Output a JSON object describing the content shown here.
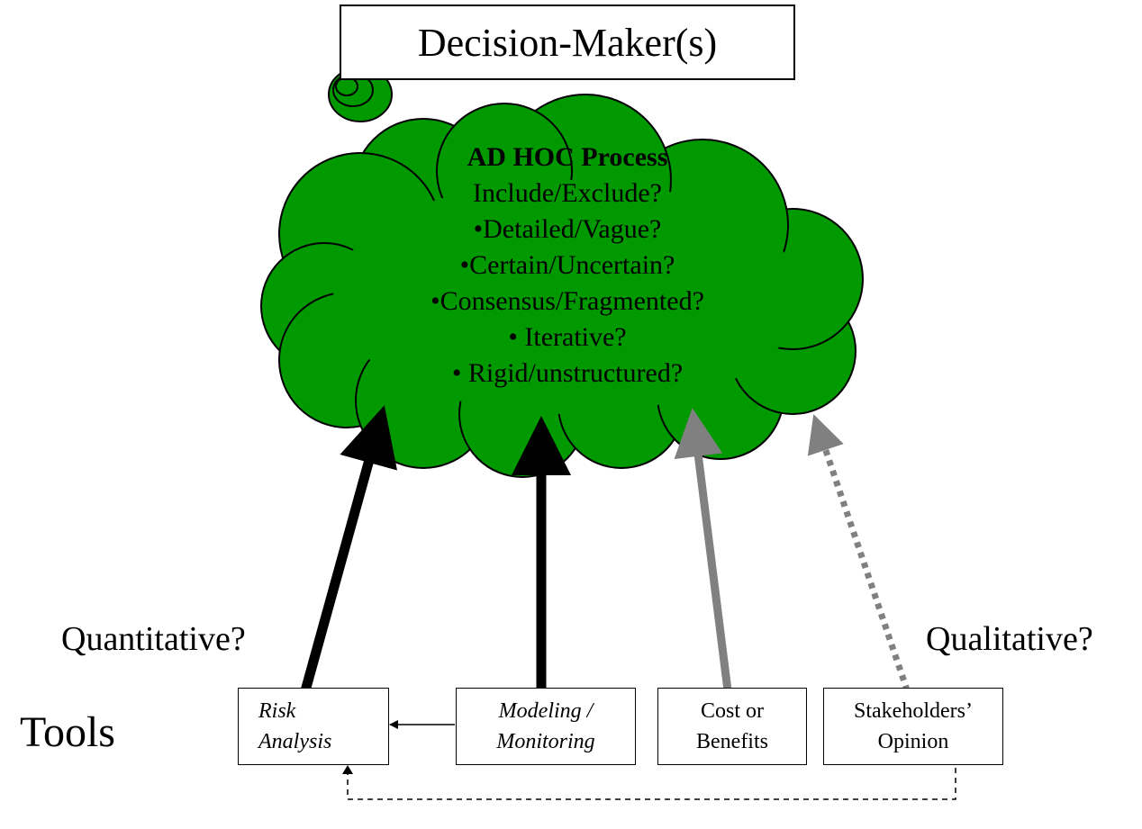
{
  "title": "Decision-Maker(s)",
  "cloud": {
    "heading": "AD HOC Process",
    "lines": [
      "Include/Exclude?",
      "•Detailed/Vague?",
      "•Certain/Uncertain?",
      "•Consensus/Fragmented?",
      "• Iterative?",
      "• Rigid/unstructured?"
    ],
    "fill_color": "#009900"
  },
  "labels": {
    "quantitative": "Quantitative?",
    "qualitative": "Qualitative?",
    "tools": "Tools"
  },
  "tools": [
    {
      "line1": "Risk",
      "line2": "Analysis",
      "italic": true
    },
    {
      "line1": "Modeling /",
      "line2": "Monitoring",
      "italic": true
    },
    {
      "line1": "Cost or",
      "line2": "Benefits",
      "italic": false
    },
    {
      "line1": "Stakeholders’",
      "line2": "Opinion",
      "italic": false
    }
  ],
  "arrow_colors": {
    "risk": "#000000",
    "modeling": "#000000",
    "cost": "#808080",
    "stakeholders": "#808080"
  }
}
